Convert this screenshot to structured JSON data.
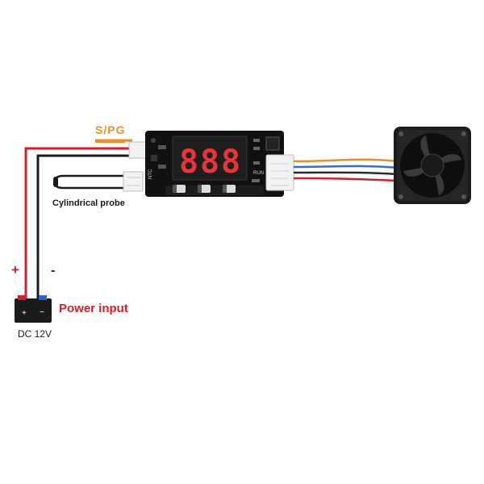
{
  "labels": {
    "signal": "S/PG",
    "probe": "Cylindrical probe",
    "plus": "+",
    "minus": "-",
    "power": "Power input",
    "voltage": "DC 12V"
  },
  "display": {
    "digits": [
      "8",
      "8",
      "8"
    ]
  },
  "board": {
    "silk_ntc": "NTC",
    "silk_run": "RUN"
  },
  "colors": {
    "wire_red": "#d0202a",
    "wire_black": "#1a1a1a",
    "spg_orange": "#e8902a",
    "display_red": "#e8343a",
    "board": "#111111",
    "fan": "#1c1c1c"
  },
  "fan_wires": [
    "#e8902a",
    "#2f6fd6",
    "#2a2a2a",
    "#d0202a"
  ]
}
